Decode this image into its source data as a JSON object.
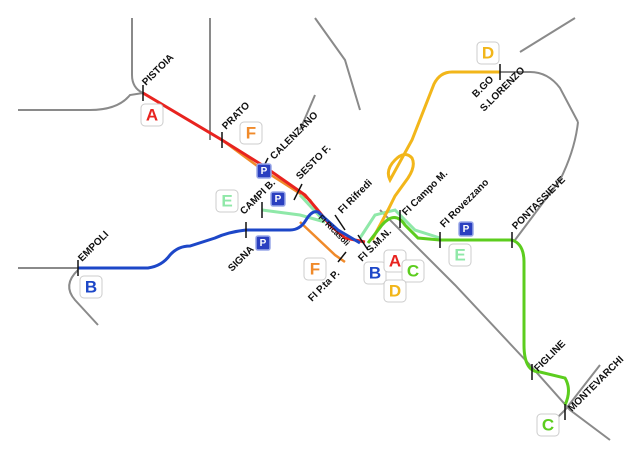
{
  "stations": {
    "pistoia": "PISTOIA",
    "prato": "PRATO",
    "calenzano": "CALENZANO",
    "sesto": "SESTO F.",
    "campi": "CAMPI B.",
    "rifredi": "FI Rifredi",
    "campo_marte": "FI Campo M.",
    "rovezzano": "FI Rovezzano",
    "pontassieve": "PONTASSIEVE",
    "borgo1": "B.GO",
    "borgo2": "S.LORENZO",
    "empoli": "EMPOLI",
    "signa": "SIGNA",
    "ricasoli": "FI Ricasoli",
    "porta_prato": "FI P.ta P.",
    "smn": "FI S.M.N.",
    "figline": "FIGLINE",
    "montevarchi": "MONTEVARCHI"
  },
  "lines": [
    {
      "id": "A",
      "color": "#e8231f"
    },
    {
      "id": "B",
      "color": "#1d47c8"
    },
    {
      "id": "C",
      "color": "#5ccd1e"
    },
    {
      "id": "D",
      "color": "#f2b61a"
    },
    {
      "id": "E",
      "color": "#8fe8a8"
    },
    {
      "id": "F",
      "color": "#f08a2a"
    }
  ],
  "parking_label": "P",
  "colors": {
    "rail": "#8a8a8a",
    "parking_bg": "#2a3fc0"
  }
}
